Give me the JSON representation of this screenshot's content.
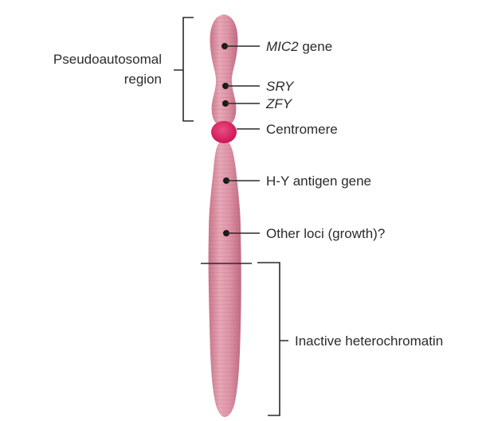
{
  "diagram": {
    "colors": {
      "chromosome": "#d98a9e",
      "chromosome_dark": "#c1667e",
      "centromere": "#d81b60",
      "line": "#2a2a2a",
      "background": "#ffffff"
    },
    "regions": {
      "pseudoautosomal_line1": "Pseudoautosomal",
      "pseudoautosomal_line2": "region",
      "heterochromatin": "Inactive heterochromatin"
    },
    "loci": {
      "mic2_italic": "MIC2",
      "mic2_suffix": " gene",
      "sry": "SRY",
      "zfy": "ZFY",
      "centromere": "Centromere",
      "hy_antigen": "H-Y antigen gene",
      "other_loci": "Other loci (growth)?"
    }
  }
}
